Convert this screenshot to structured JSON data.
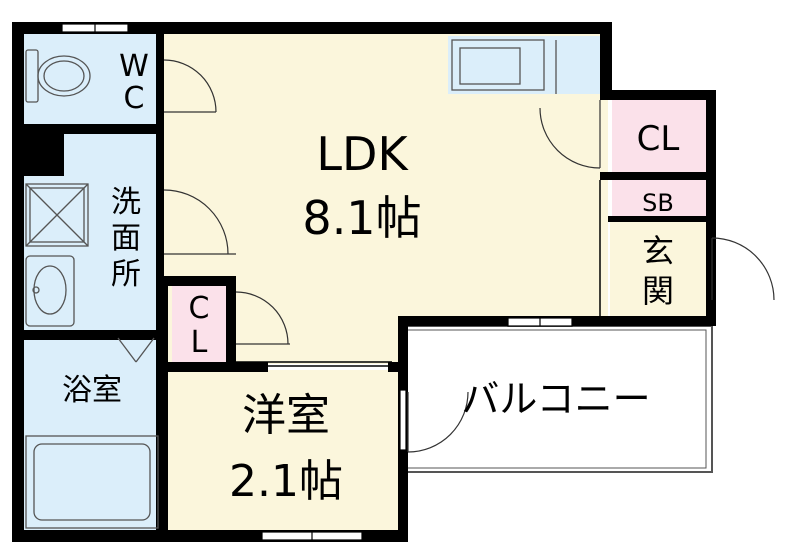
{
  "rooms": {
    "ldk": {
      "name": "LDK",
      "size": "8.1帖"
    },
    "western_room": {
      "name": "洋室",
      "size": "2.1帖"
    },
    "wc": {
      "line1": "W",
      "line2": "C"
    },
    "washroom": {
      "line1": "洗",
      "line2": "面",
      "line3": "所"
    },
    "bathroom": {
      "name": "浴室"
    },
    "closet_ldk": {
      "name": "CL"
    },
    "closet_room": {
      "line1": "C",
      "line2": "L"
    },
    "shoe_box": {
      "name": "SB"
    },
    "entrance": {
      "line1": "玄",
      "line2": "関"
    },
    "balcony": {
      "name": "バルコニー"
    }
  },
  "colors": {
    "wall": "#000000",
    "ldk_floor": "#fbf6dc",
    "wet_area": "#dbeefa",
    "closet": "#fbe1ea",
    "fixture_stroke": "#555555"
  }
}
